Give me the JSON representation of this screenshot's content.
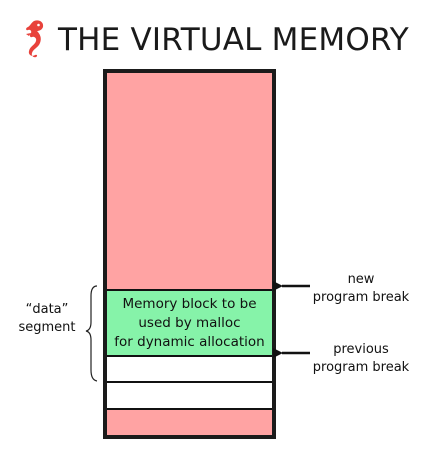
{
  "title": "THE VIRTUAL MEMORY",
  "logo_icon": "seahorse-icon",
  "memory_block": {
    "line1": "Memory block to be",
    "line2": "used by malloc",
    "line3": "for dynamic allocation"
  },
  "new_break": {
    "line1": "new",
    "line2": "program break"
  },
  "previous_break": {
    "line1": "previous",
    "line2": "program break"
  },
  "data_segment": {
    "line1": "“data”",
    "line2": "segment"
  },
  "colors": {
    "heap_free": "#ffa3a3",
    "malloc_block": "#86f3a9",
    "data": "#ffffff",
    "logo": "#e8423b"
  }
}
